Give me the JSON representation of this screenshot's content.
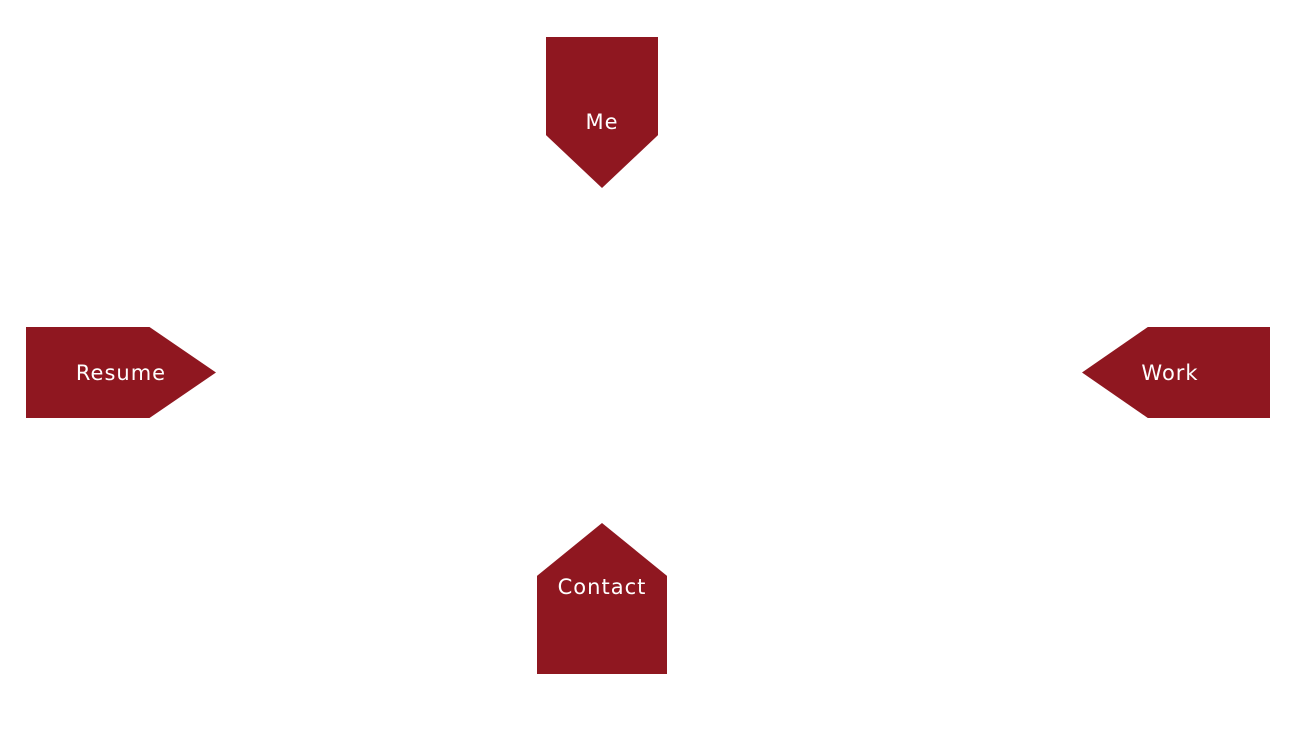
{
  "nav": {
    "me": {
      "label": "Me"
    },
    "resume": {
      "label": "Resume"
    },
    "work": {
      "label": "Work"
    },
    "contact": {
      "label": "Contact"
    }
  },
  "colors": {
    "accent": "#8f1720",
    "text": "#ffffff",
    "background": "#ffffff"
  }
}
